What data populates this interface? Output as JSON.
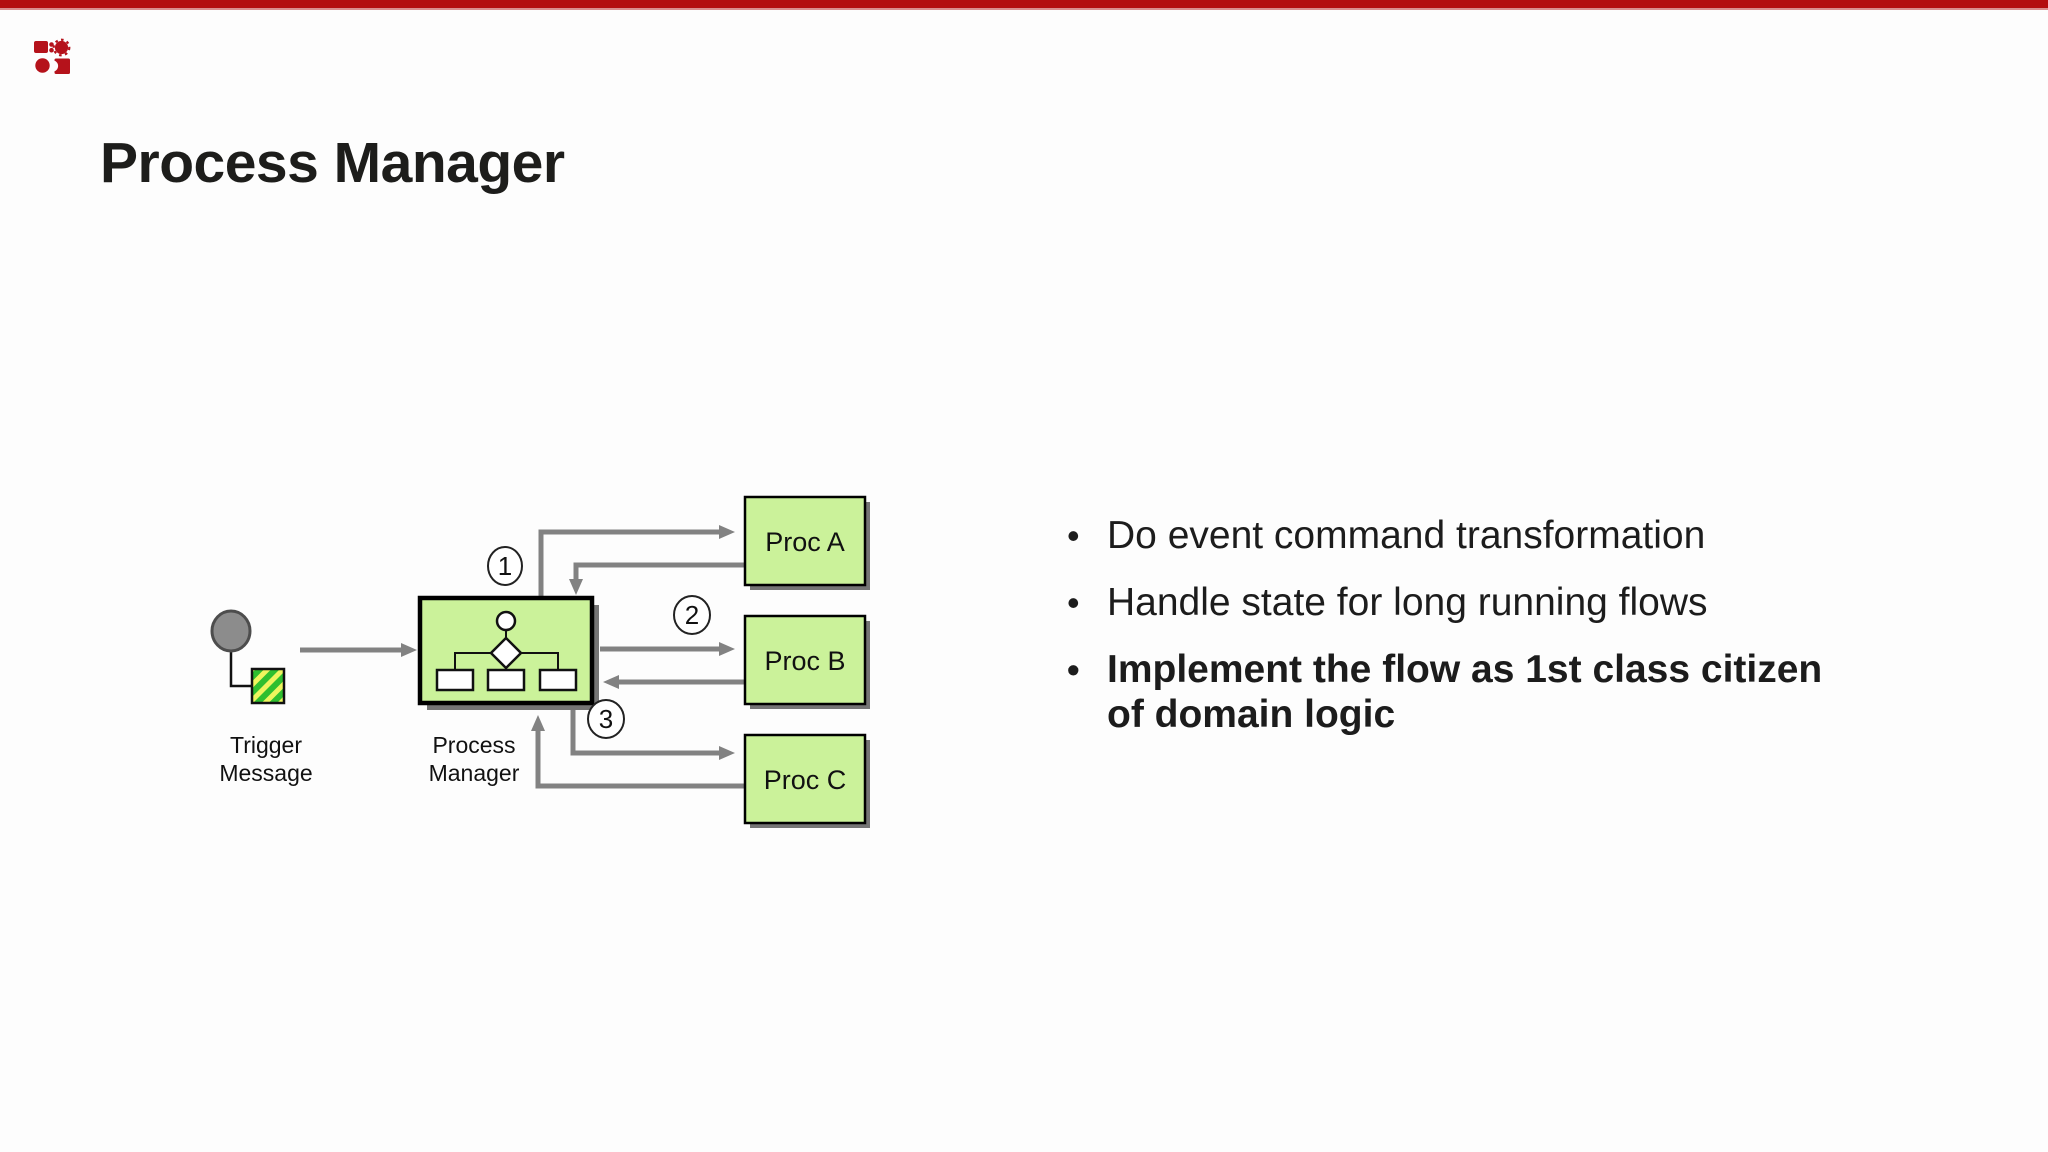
{
  "theme": {
    "accent_bar_color": "#b30d0f",
    "accent_bar_edge": "#d98d8d",
    "logo_red": "#b5121b",
    "diagram_box_green": "#cbf29a",
    "arrow_gray": "#828282",
    "shadow_gray": "#757575",
    "trigger_gray": "#8c8c8c",
    "message_green": "#2fbf2f",
    "message_stripe_yellow": "#eef55e",
    "text_color": "#1c1c1c"
  },
  "title": "Process Manager",
  "bullets": {
    "marker": "•",
    "items": [
      {
        "text": "Do event command transformation",
        "bold": false
      },
      {
        "text": "Handle state for long running flows",
        "bold": false
      },
      {
        "text": "Implement the flow as 1st class citizen of domain logic",
        "bold": true
      }
    ]
  },
  "diagram": {
    "labels": {
      "trigger_line1": "Trigger",
      "trigger_line2": "Message",
      "pm_line1": "Process",
      "pm_line2": "Manager",
      "proc_a": "Proc A",
      "proc_b": "Proc B",
      "proc_c": "Proc C"
    },
    "steps": [
      "1",
      "2",
      "3"
    ]
  }
}
